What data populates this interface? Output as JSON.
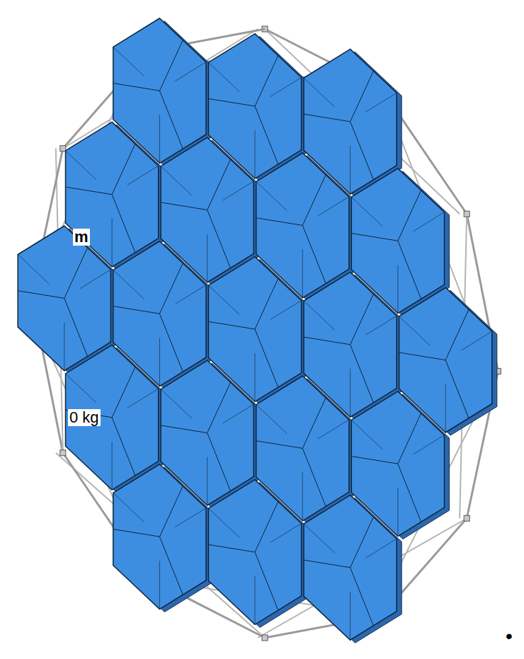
{
  "diagram": {
    "labels": [
      "m",
      "0 kg",
      "•"
    ]
  }
}
